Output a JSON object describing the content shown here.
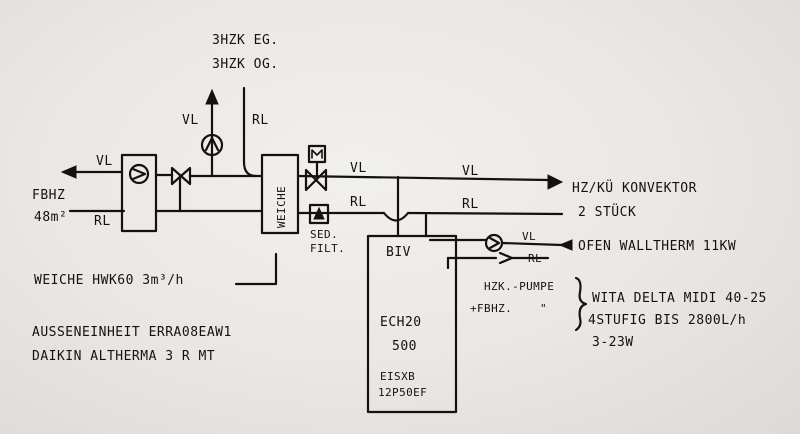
{
  "labels": {
    "hzk_eg": "3HZK EG.",
    "hzk_og": "3HZK OG.",
    "vl_top": "VL",
    "rl_top": "RL",
    "vl_left": "VL",
    "rl_left": "RL",
    "fbhz": "FBHZ",
    "fbhz_area": "48m²",
    "weiche_box": "WEICHE",
    "vl_main": "VL",
    "vl_main2": "VL",
    "rl_main": "RL",
    "rl_main2": "RL",
    "hz_kue": "HZ/KÜ KONVEKTOR",
    "stueck": "2 STÜCK",
    "sed_filt_1": "SED.",
    "sed_filt_2": "FILT.",
    "biv": "BIV",
    "vl_ofen": "VL",
    "rl_ofen": "RL",
    "ofen": "OFEN WALLTHERM 11KW",
    "weiche_hwk": "WEICHE HWK60 3m³/h",
    "hzk_pumpe": "HZK.-PUMPE",
    "fbhz_pumpe": "+FBHZ.",
    "ditto": "\"",
    "wita_1": "WITA DELTA MIDI 40-25",
    "wita_2": "4STUFIG BIS 2800L/h",
    "wita_3": "3-23W",
    "aussen_1": "AUSSENEINHEIT ERRA08EAW1",
    "aussen_2": "DAIKIN ALTHERMA 3 R MT",
    "ech_1": "ECH20",
    "ech_2": "500",
    "ech_3": "EISXB",
    "ech_4": "12P50EF"
  }
}
